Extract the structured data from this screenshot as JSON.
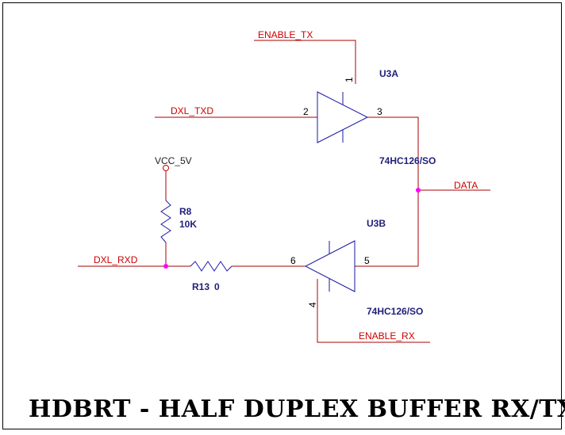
{
  "title": "HDBRT - HALF DUPLEX BUFFER RX/TX",
  "nets": {
    "enable_tx": "ENABLE_TX",
    "dxl_txd": "DXL_TXD",
    "data": "DATA",
    "dxl_rxd": "DXL_RXD",
    "enable_rx": "ENABLE_RX",
    "vcc": "VCC_5V"
  },
  "u3a": {
    "ref": "U3A",
    "part": "74HC126/SO",
    "pin_enable": "1",
    "pin_in": "2",
    "pin_out": "3"
  },
  "u3b": {
    "ref": "U3B",
    "part": "74HC126/SO",
    "pin_enable": "4",
    "pin_in": "5",
    "pin_out": "6"
  },
  "r8": {
    "ref": "R8",
    "value": "10K"
  },
  "r13": {
    "ref": "R13",
    "value": "0"
  },
  "colors": {
    "wire": "#aa0000",
    "component": "#1a1aa6",
    "junction": "#ff00ff",
    "net_label": "#cc0000",
    "frame": "#000000"
  }
}
